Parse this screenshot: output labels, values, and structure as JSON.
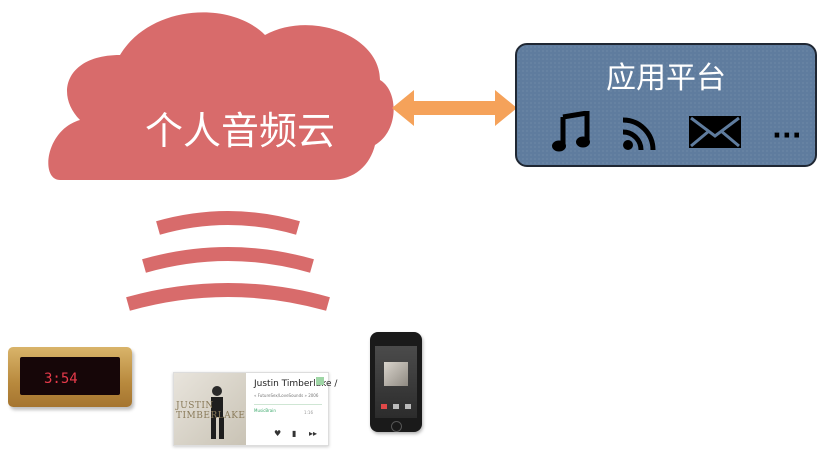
{
  "cloud": {
    "label": "个人音频云",
    "color": "#d86b6b"
  },
  "platform": {
    "title": "应用平台",
    "background": "#5f7c9e",
    "icons": [
      "music-note-icon",
      "rss-feed-icon",
      "envelope-icon",
      "ellipsis-icon"
    ],
    "more_label": "···"
  },
  "connector": {
    "type": "double-arrow",
    "color": "#f5a25a"
  },
  "waves": {
    "color": "#d86b6b",
    "count": 3
  },
  "devices": {
    "clock": {
      "time": "3:54"
    },
    "player": {
      "artist": "Justin Timberlake /",
      "track": "« FutureSex/LoveSounds » 2006",
      "source": "MusicBrain",
      "brand": "JUSTIN TIMBERLAKE",
      "time": "1:16"
    },
    "phone": {}
  }
}
